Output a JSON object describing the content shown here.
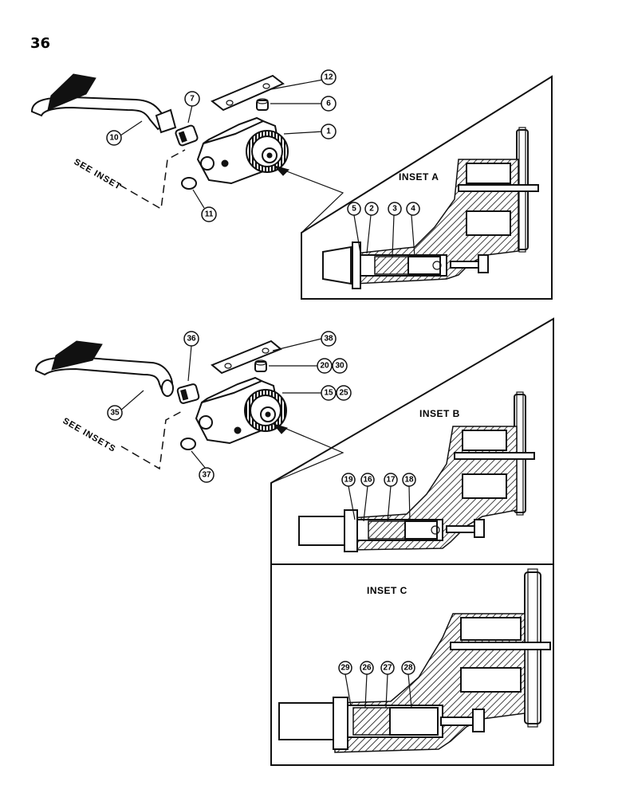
{
  "page_number": "36",
  "insets": {
    "a": "INSET A",
    "b": "INSET B",
    "c": "INSET C"
  },
  "see_labels": {
    "top": "SEE INSET",
    "bottom": "SEE INSETS"
  },
  "callouts": {
    "top_view": [
      "12",
      "7",
      "6",
      "10",
      "1",
      "11"
    ],
    "inset_a": [
      "5",
      "2",
      "3",
      "4"
    ],
    "bottom_view": [
      "36",
      "38",
      "20",
      "30",
      "15",
      "25",
      "35",
      "37"
    ],
    "inset_b": [
      "19",
      "16",
      "17",
      "18"
    ],
    "inset_c": [
      "29",
      "26",
      "27",
      "28"
    ]
  }
}
